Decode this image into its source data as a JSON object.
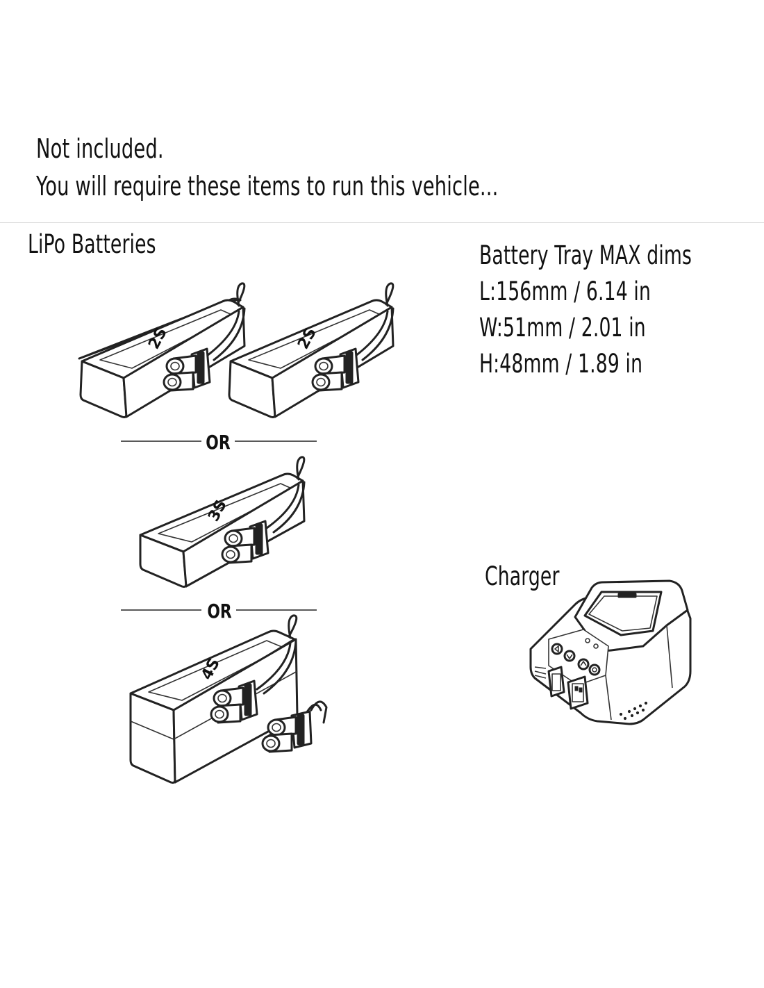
{
  "intro": {
    "line1": "Not included.",
    "line2": "You will require these items to run this vehicle..."
  },
  "lipo": {
    "title": "LiPo Batteries",
    "separator": "OR",
    "packs": [
      "2S",
      "2S",
      "3S",
      "4S"
    ]
  },
  "tray": {
    "title": "Battery Tray MAX dims",
    "length": "L:156mm / 6.14 in",
    "width": "W:51mm / 2.01 in",
    "height": "H:48mm / 1.89 in"
  },
  "charger": {
    "title": "Charger"
  }
}
